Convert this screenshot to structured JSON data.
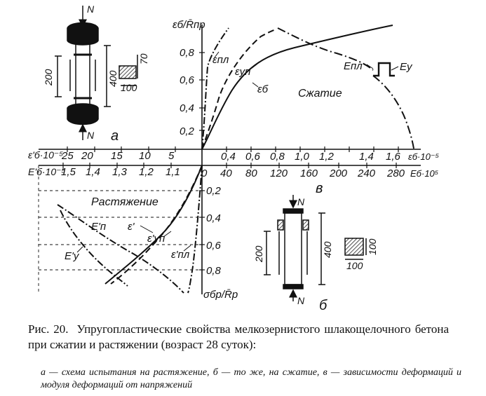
{
  "figure": {
    "axes": {
      "top_y_title": "εб/R̄пр",
      "top_y_ticks": [
        "0,2",
        "0,4",
        "0,6",
        "0,8"
      ],
      "eps_plus_ticks": [
        "0,4",
        "0,6",
        "0,8",
        "1,0",
        "1,2",
        "1,4",
        "1,6"
      ],
      "eps_plus_unit": "εб·10⁻⁵",
      "e_plus_ticks": [
        "0",
        "40",
        "80",
        "120",
        "160",
        "200",
        "240",
        "280"
      ],
      "e_plus_unit": "Eб·10⁵",
      "eps_minus_title": "ε'б·10⁻⁵",
      "eps_minus_ticks": [
        "25",
        "20",
        "15",
        "10",
        "5"
      ],
      "e_minus_title": "E'б·10⁻⁵",
      "e_minus_ticks": [
        "1,5",
        "1,4",
        "1,3",
        "1,2",
        "1,1"
      ],
      "bottom_y_ticks": [
        "0,2",
        "0,4",
        "0,6",
        "0,8"
      ],
      "bottom_y_title": "σбр/R̄р"
    },
    "curve_labels": {
      "e_pl": "εпл",
      "e_up": "εуп",
      "e_b": "εб",
      "E_pl": "Eпл",
      "E_u": "Eу",
      "compression": "Сжатие",
      "tension": "Растяжение",
      "E_p_prime": "E'п",
      "eps_prime": "ε'",
      "eps_up_prime": "ε'уп",
      "E_u_prime": "E'у",
      "eps_pl_prime": "ε'пл"
    },
    "panel_letters": {
      "a": "а",
      "b": "б",
      "v": "в"
    },
    "specimen_a": {
      "force": "N",
      "dim_200": "200",
      "dim_400": "400",
      "dim_70": "70",
      "dim_100": "100"
    },
    "specimen_b": {
      "force": "N",
      "dim_200": "200",
      "dim_400": "400",
      "dim_100_side": "100",
      "dim_100_bottom": "100"
    }
  },
  "caption": {
    "number": "Рис.  20.",
    "text": "Упругопластические свойства мелкозернистого шлакощелочного бетона при сжатии и растяжении (возраст 28 суток):",
    "note": "а — схема испытания на растяжение, б — то же, на сжатие, в — зависимости деформаций и модуля деформаций от напряжений"
  },
  "colors": {
    "ink": "#111111",
    "hatch": "#222222",
    "paper": "#ffffff"
  }
}
